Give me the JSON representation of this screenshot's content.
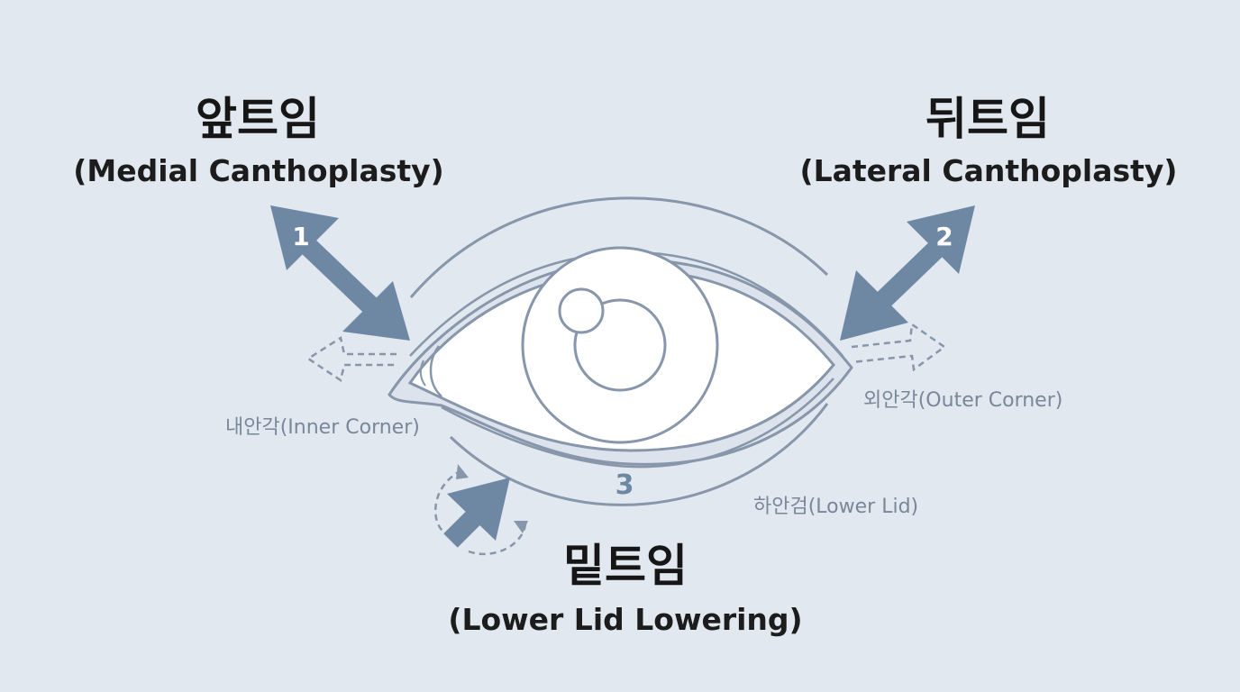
{
  "medial": {
    "title_ko": "앞트임",
    "title_en": "(Medial Canthoplasty)",
    "number": "1",
    "corner_label": "내안각(Inner Corner)"
  },
  "lateral": {
    "title_ko": "뒤트임",
    "title_en": "(Lateral Canthoplasty)",
    "number": "2",
    "corner_label": "외안각(Outer Corner)"
  },
  "lower": {
    "title_ko": "밑트임",
    "title_en": "(Lower Lid Lowering)",
    "number": "3",
    "lid_label": "하안검(Lower Lid)"
  },
  "colors": {
    "background": "#e2e8f0",
    "arrow": "#6e88a4",
    "line": "#8796aa",
    "eye_white": "#ffffff",
    "text_dark": "#161616",
    "label_grey": "#7a8699"
  }
}
